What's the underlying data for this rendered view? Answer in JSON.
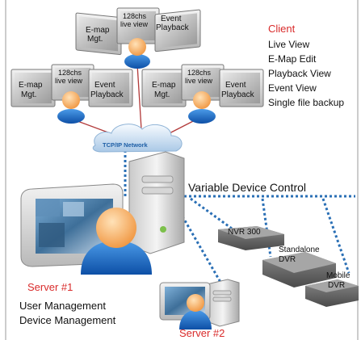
{
  "client": {
    "title": "Client",
    "features": [
      "Live View",
      "E-Map Edit",
      "Playback View",
      "Event View",
      "Single file backup"
    ],
    "workstations": [
      {
        "left_line1": "E-map",
        "left_line2": "Mgt.",
        "center_line1": "128chs",
        "center_line2": "live view",
        "right_line1": "Event",
        "right_line2": "Playback"
      },
      {
        "left_line1": "E-map",
        "left_line2": "Mgt.",
        "center_line1": "128chs",
        "center_line2": "live view",
        "right_line1": "Event",
        "right_line2": "Playback"
      },
      {
        "left_line1": "E-map",
        "left_line2": "Mgt.",
        "center_line1": "128chs",
        "center_line2": "live view",
        "right_line1": "Event",
        "right_line2": "Playback"
      }
    ]
  },
  "network": {
    "label": "TCP/IP Network"
  },
  "device_control": {
    "label": "Variable Device Control"
  },
  "devices": {
    "nvr": {
      "label": "NVR 300"
    },
    "standalone": {
      "line1": "Standalone",
      "line2": "DVR"
    },
    "mobile": {
      "line1": "Mobile",
      "line2": "DVR"
    }
  },
  "server1": {
    "title": "Server #1",
    "features": [
      "User Management",
      "Device Management"
    ]
  },
  "server2": {
    "title": "Server #2"
  },
  "colors": {
    "accent_red": "#d92b2b",
    "link_red": "#b23a3a",
    "dotted_blue": "#2a6fb5",
    "person_orange": "#f3a35a",
    "person_blue": "#1f72c9"
  }
}
